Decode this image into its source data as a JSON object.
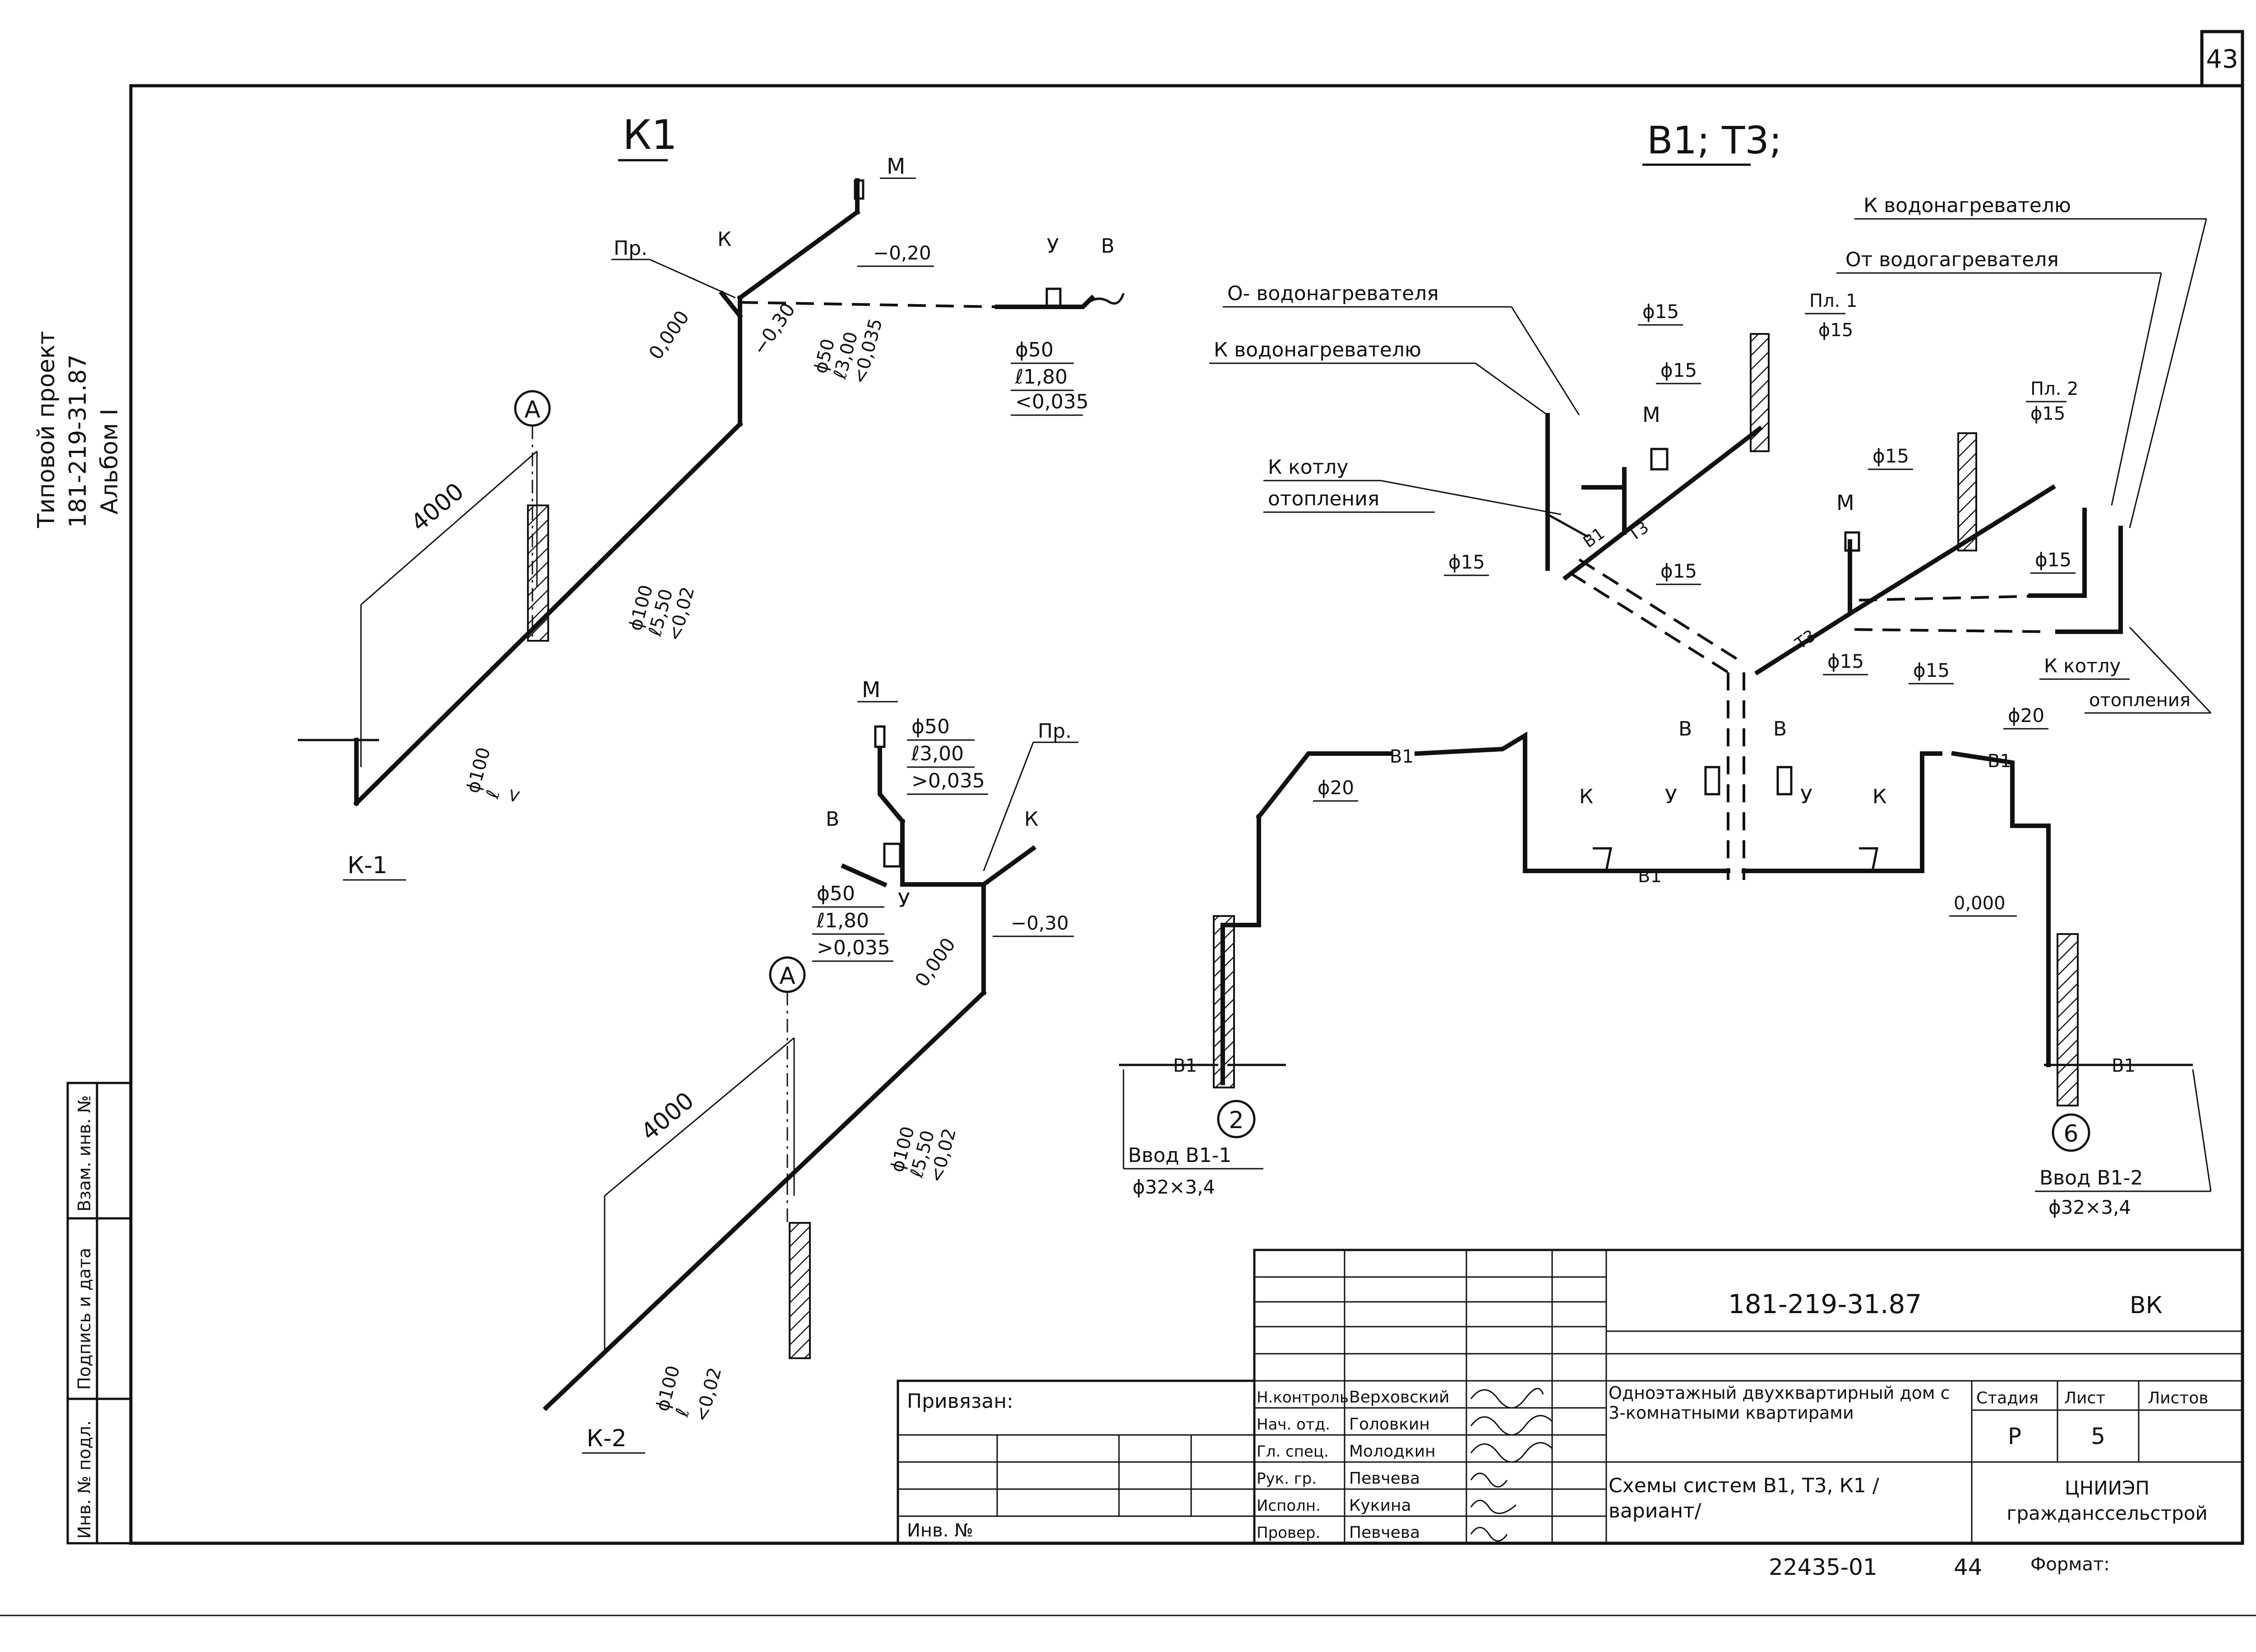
{
  "sheet_number": "43",
  "side_stamp": {
    "line1": "Типовой проект",
    "line2": "181-219-31.87",
    "line3": "Альбом I"
  },
  "left_strip": {
    "inv_podl": "Инв. № подл.",
    "sign_date": "Подпись и дата",
    "vzam_inv": "Взам. инв. №"
  },
  "k1": {
    "title": "К1",
    "label_m": "М",
    "label_pr": "Пр.",
    "label_k": "К",
    "label_u": "У",
    "label_v": "В",
    "level_m020": "−0,20",
    "level_0000": "0,000",
    "level_m030": "−0,30",
    "spec_50": [
      "ϕ50",
      "ℓ3,00",
      "<0,035"
    ],
    "spec_u": [
      "ϕ50",
      "ℓ1,80",
      "<0,035"
    ],
    "spec_100": [
      "ϕ100",
      "ℓ5,50",
      "<0,02"
    ],
    "spec_100b": [
      "ϕ100",
      "ℓ",
      "<"
    ],
    "dim_4000": "4000",
    "axis_a": "А",
    "riser": "К-1"
  },
  "k2": {
    "label_m": "М",
    "label_pr": "Пр.",
    "label_v": "В",
    "label_u": "У",
    "label_k": "К",
    "spec_top": [
      "ϕ50",
      "ℓ3,00",
      ">0,035"
    ],
    "spec_left": [
      "ϕ50",
      "ℓ1,80",
      ">0,035"
    ],
    "level_m030": "−0,30",
    "level_0000": "0,000",
    "spec_100": [
      "ϕ100",
      "ℓ5,50",
      "<0,02"
    ],
    "spec_100b": [
      "ϕ100",
      "ℓ",
      "<0,02"
    ],
    "dim_4000": "4000",
    "axis_a": "А",
    "riser": "К-2"
  },
  "b1t3": {
    "title": "В1; Т3;",
    "to_heater": "К водонагревателю",
    "from_heater": "От водогагревателя",
    "o_heater": "О- водонагревателя",
    "to_heater2": "К водонагревателю",
    "to_boiler": "К котлу",
    "heating": "отопления",
    "to_boiler2": "К котлу",
    "heating2": "отопления",
    "d15": "ϕ15",
    "pl1": "Пл. 1",
    "pl2": "Пл. 2",
    "label_m": "М",
    "label_v": "В",
    "label_u": "У",
    "label_k": "К",
    "b1": "В1",
    "t3": "Т3",
    "d20": "ϕ20",
    "level_0000": "0,000",
    "axis_2": "2",
    "axis_6": "6",
    "input1": "Ввод В1-1",
    "input1_size": "ϕ32×3,4",
    "input2": "Ввод В1-2",
    "input2_size": "ϕ32×3,4"
  },
  "title_block": {
    "doc_code": "181-219-31.87",
    "mark": "ВК",
    "tied": "Привязан:",
    "inv_no": "Инв. №",
    "roles": [
      "Н.контроль",
      "Нач. отд.",
      "Гл. спец.",
      "Рук. гр.",
      "Исполн.",
      "Провер."
    ],
    "names": [
      "Верховский",
      "Головкин",
      "Молодкин",
      "Певчева",
      "Кукина",
      "Певчева"
    ],
    "project_name": "Одноэтажный двухквартирный дом с 3-комнатными квартирами",
    "sheet_title": "Схемы систем В1, Т3, К1 /вариант/",
    "col_stage": "Стадия",
    "col_sheet": "Лист",
    "col_sheets": "Листов",
    "stage": "Р",
    "sheet": "5",
    "org": "ЦНИИЭП гражданссельстрой",
    "bottom_code": "22435-01",
    "bottom_num": "44",
    "format_label": "Формат:"
  }
}
